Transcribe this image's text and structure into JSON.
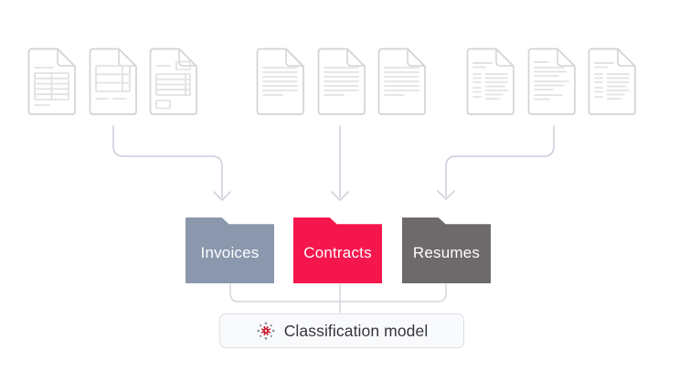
{
  "diagram": {
    "line_color": "#CBCDD9",
    "bracket_color": "#D3D6DE",
    "doc_outline_color": "#D3D3D6",
    "doc_content_color": "#E2E2E5",
    "groups": [
      {
        "name": "invoice-samples",
        "doc_icons": [
          "invoice-table-document-icon",
          "invoice-grid-document-icon",
          "invoice-form-document-icon"
        ]
      },
      {
        "name": "contract-samples",
        "doc_icons": [
          "contract-text-document-icon",
          "contract-text-document-icon",
          "contract-text-document-icon"
        ]
      },
      {
        "name": "resume-samples",
        "doc_icons": [
          "resume-two-column-document-icon",
          "resume-text-document-icon",
          "resume-two-column-document-icon"
        ]
      }
    ],
    "folders": [
      {
        "label": "Invoices",
        "color": "#8A97AD"
      },
      {
        "label": "Contracts",
        "color": "#F6164E"
      },
      {
        "label": "Resumes",
        "color": "#6E6A6B"
      }
    ],
    "model_box": {
      "label": "Classification model",
      "icon": "classification-model-icon",
      "gear_color": "#C92134",
      "dot_color": "#8F929B",
      "background": "#F9FAFC",
      "border": "#DDE0E6",
      "text_color": "#35363B"
    }
  }
}
